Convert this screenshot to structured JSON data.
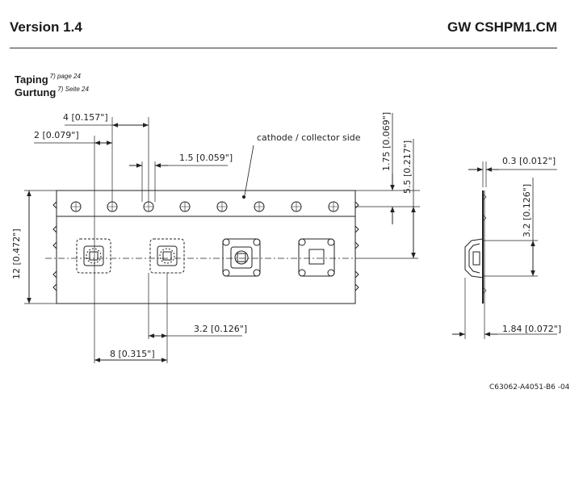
{
  "header": {
    "version": "Version 1.4",
    "part_number": "GW CSHPM1.CM"
  },
  "section": {
    "title_en": "Taping",
    "title_en_ref": "7) page 24",
    "title_de": "Gurtung",
    "title_de_ref": "7) Seite 24"
  },
  "drawing": {
    "dim_4": "4 [0.157\"]",
    "dim_2": "2 [0.079\"]",
    "dim_1_5": "1.5 [0.059\"]",
    "cathode_label": "cathode / collector side",
    "dim_1_75": "1.75 [0.069\"]",
    "dim_5_5": "5.5 [0.217\"]",
    "dim_12": "12 [0.472\"]",
    "dim_3_2_front": "3.2 [0.126\"]",
    "dim_8": "8 [0.315\"]",
    "dim_0_3": "0.3 [0.012\"]",
    "dim_3_2_side": "3.2 [0.126\"]",
    "dim_1_84": "1.84 [0.072\"]",
    "drawing_ref": "C63062-A4051-B6 -04"
  }
}
